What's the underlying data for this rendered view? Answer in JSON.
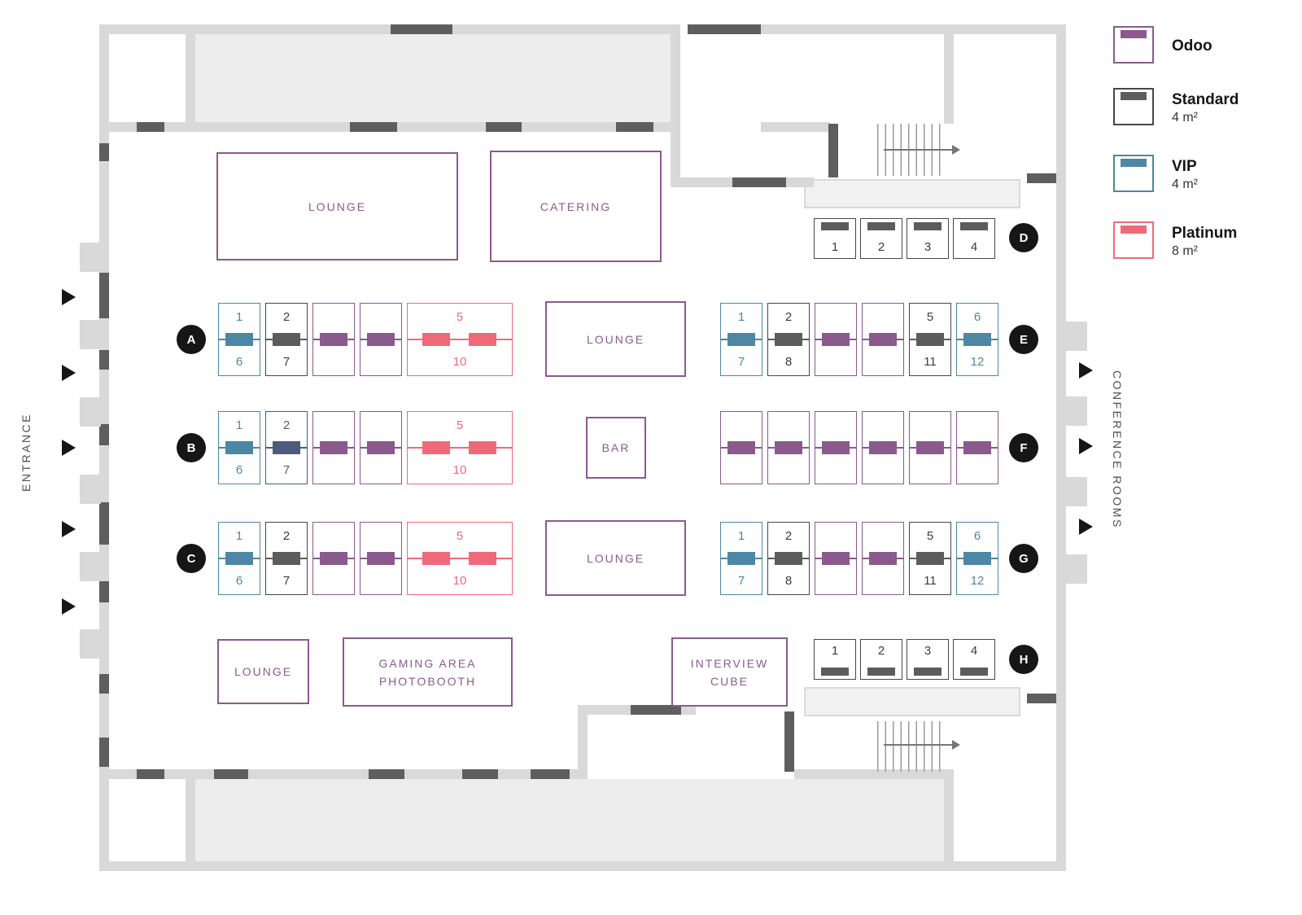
{
  "legend": {
    "items": [
      {
        "id": "odoo",
        "label": "Odoo",
        "color": "#8a5a8d"
      },
      {
        "id": "standard",
        "label": "Standard",
        "size": "4 m²",
        "color": "#5c5c5c"
      },
      {
        "id": "vip",
        "label": "VIP",
        "size": "4 m²",
        "color": "#4d87a3"
      },
      {
        "id": "platinum",
        "label": "Platinum",
        "size": "8 m²",
        "color": "#ef6a79"
      }
    ]
  },
  "labels": {
    "entrance": "ENTRANCE",
    "conference_rooms": "CONFERENCE ROOMS"
  },
  "areas": {
    "lounge_top": "LOUNGE",
    "catering": "CATERING",
    "lounge_mid": "LOUNGE",
    "bar": "BAR",
    "lounge_low": "LOUNGE",
    "lounge_bottom": "LOUNGE",
    "gaming_line1": "GAMING AREA",
    "gaming_line2": "PHOTOBOOTH",
    "interview_line1": "INTERVIEW",
    "interview_line2": "CUBE"
  },
  "rows": {
    "A": {
      "letter": "A",
      "booths": [
        {
          "type": "vip",
          "top": "1",
          "bottom": "6"
        },
        {
          "type": "standard",
          "top": "2",
          "bottom": "7"
        },
        {
          "type": "odoo"
        },
        {
          "type": "odoo"
        },
        {
          "type": "platinum",
          "top": "5",
          "bottom": "10"
        }
      ]
    },
    "B": {
      "letter": "B",
      "booths": [
        {
          "type": "vip",
          "top": "1",
          "bottom": "6"
        },
        {
          "type": "navy",
          "top": "2",
          "bottom": "7"
        },
        {
          "type": "odoo"
        },
        {
          "type": "odoo"
        },
        {
          "type": "platinum",
          "top": "5",
          "bottom": "10"
        }
      ]
    },
    "C": {
      "letter": "C",
      "booths": [
        {
          "type": "vip",
          "top": "1",
          "bottom": "6"
        },
        {
          "type": "standard",
          "top": "2",
          "bottom": "7"
        },
        {
          "type": "odoo"
        },
        {
          "type": "odoo"
        },
        {
          "type": "platinum",
          "top": "5",
          "bottom": "10"
        }
      ]
    },
    "D": {
      "letter": "D",
      "booths": [
        {
          "num": "1"
        },
        {
          "num": "2"
        },
        {
          "num": "3"
        },
        {
          "num": "4"
        }
      ]
    },
    "E": {
      "letter": "E",
      "booths": [
        {
          "type": "vip",
          "top": "1",
          "bottom": "7"
        },
        {
          "type": "standard",
          "top": "2",
          "bottom": "8"
        },
        {
          "type": "odoo"
        },
        {
          "type": "odoo"
        },
        {
          "type": "standard",
          "top": "5",
          "bottom": "11"
        },
        {
          "type": "vip",
          "top": "6",
          "bottom": "12"
        }
      ]
    },
    "F": {
      "letter": "F",
      "booths": [
        {
          "type": "odoo"
        },
        {
          "type": "odoo"
        },
        {
          "type": "odoo"
        },
        {
          "type": "odoo"
        },
        {
          "type": "odoo"
        },
        {
          "type": "odoo"
        }
      ]
    },
    "G": {
      "letter": "G",
      "booths": [
        {
          "type": "vip",
          "top": "1",
          "bottom": "7"
        },
        {
          "type": "standard",
          "top": "2",
          "bottom": "8"
        },
        {
          "type": "odoo"
        },
        {
          "type": "odoo"
        },
        {
          "type": "standard",
          "top": "5",
          "bottom": "11"
        },
        {
          "type": "vip",
          "top": "6",
          "bottom": "12"
        }
      ]
    },
    "H": {
      "letter": "H",
      "booths": [
        {
          "num": "1"
        },
        {
          "num": "2"
        },
        {
          "num": "3"
        },
        {
          "num": "4"
        }
      ]
    }
  }
}
